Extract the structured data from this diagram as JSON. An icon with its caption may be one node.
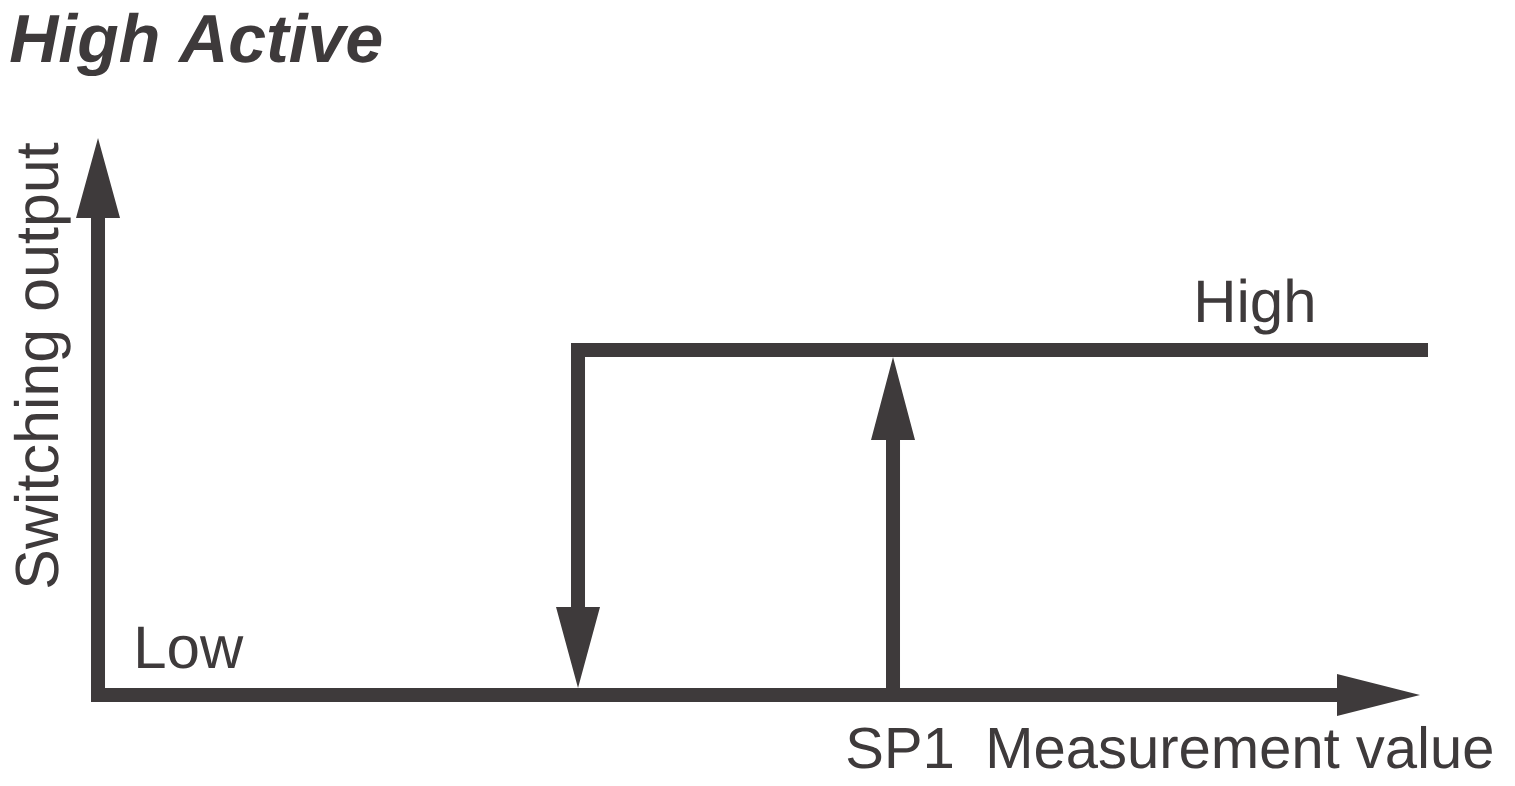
{
  "diagram": {
    "title": "High Active",
    "labels": [
      "Switching output",
      "High",
      "Low",
      "SP1",
      "Measurement value"
    ]
  }
}
